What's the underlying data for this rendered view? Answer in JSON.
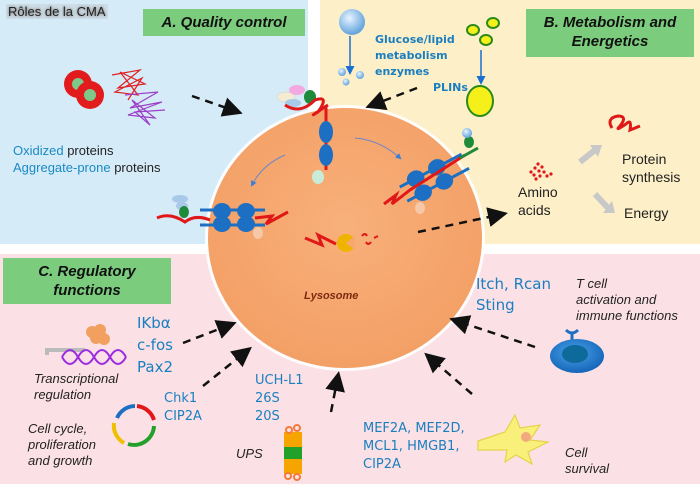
{
  "title": "Rôles de la CMA",
  "colors": {
    "panel_a_bg": "#d6ebf8",
    "panel_b_bg": "#fdefc8",
    "panel_c_bg": "#fbe1e6",
    "header_bg": "#7ccc7e",
    "lysosome": "#f6a86e",
    "gene_text": "#1a7fbf"
  },
  "lysosome": {
    "label": "Lysosome"
  },
  "panel_a": {
    "header": "A. Quality control",
    "line1_highlight": "Oxidized",
    "line1_rest": " proteins",
    "line2_highlight": "Aggregate-prone",
    "line2_rest": " proteins"
  },
  "panel_b": {
    "header_line1": "B. Metabolism and",
    "header_line2": "Energetics",
    "glucose": [
      "Glucose/lipid",
      "metabolism",
      "enzymes"
    ],
    "plins": "PLINs",
    "amino": [
      "Amino",
      "acids"
    ],
    "protein_synthesis": [
      "Protein",
      "synthesis"
    ],
    "energy": "Energy"
  },
  "panel_c": {
    "header_line1": "C. Regulatory",
    "header_line2": "functions",
    "transcription_genes": [
      "IKbα",
      "c-fos",
      "Pax2"
    ],
    "transcription_label": [
      "Transcriptional",
      "regulation"
    ],
    "cellcycle_genes": [
      "Chk1",
      "CIP2A"
    ],
    "cellcycle_label": [
      "Cell cycle,",
      "proliferation",
      "and growth"
    ],
    "ups_genes": [
      "UCH-L1",
      "26S",
      "20S"
    ],
    "ups_label": "UPS",
    "survival_genes": [
      "MEF2A, MEF2D,",
      "MCL1, HMGB1,",
      "CIP2A"
    ],
    "survival_label": [
      "Cell",
      "survival"
    ],
    "tcell_genes": [
      "Itch, Rcan",
      "Sting"
    ],
    "tcell_label": [
      "T cell",
      "activation and",
      "immune functions"
    ]
  }
}
